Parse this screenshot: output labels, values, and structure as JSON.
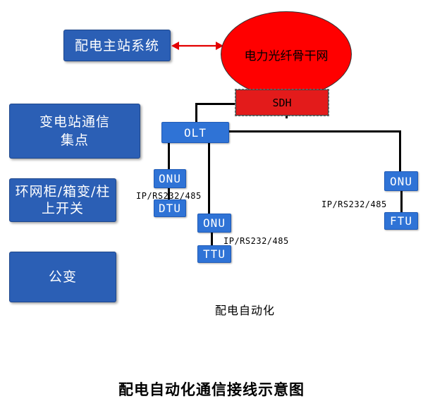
{
  "left_panel": {
    "master_station": "配电主站系统",
    "substation_line1": "变电站通信",
    "substation_line2": "集点",
    "ring_line1": "环网柜/箱变/柱",
    "ring_line2": "上开关",
    "public_transformer": "公变"
  },
  "backbone": {
    "label": "电力光纤骨干网"
  },
  "sdh": {
    "label": "SDH"
  },
  "olt": {
    "label": "OLT"
  },
  "onu_dtu": {
    "onu": "ONU",
    "device": "DTU",
    "protocol": "IP/RS232/485"
  },
  "onu_ttu": {
    "onu": "ONU",
    "device": "TTU",
    "protocol": "IP/RS232/485"
  },
  "onu_ftu": {
    "onu": "ONU",
    "device": "FTU",
    "protocol": "IP/RS232/485"
  },
  "subtitle": "配电自动化",
  "caption": "配电自动化通信接线示意图",
  "colors": {
    "side_box": "#2b5fb5",
    "node_blue": "#2f73d6",
    "backbone_red": "#ff0000",
    "sdh_red": "#e31b1b",
    "arrow_red": "#e30000"
  }
}
